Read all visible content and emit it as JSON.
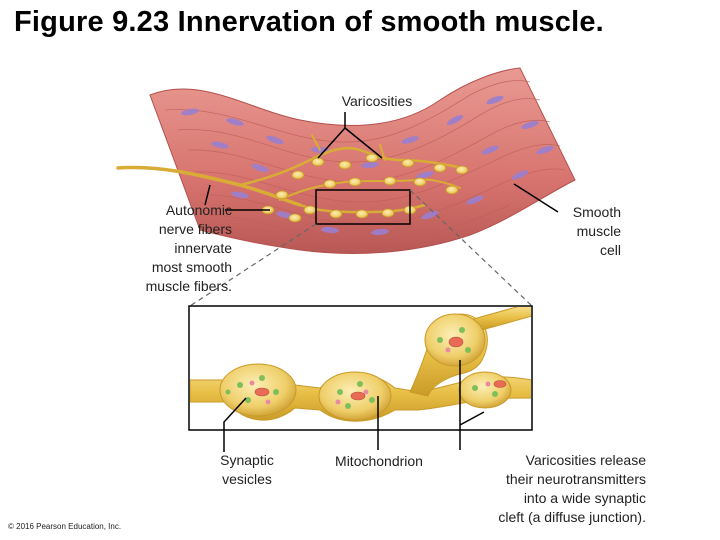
{
  "title": "Figure 9.23 Innervation of smooth muscle.",
  "labels": {
    "varicosities": "Varicosities",
    "autonomic": [
      "Autonomic",
      "nerve fibers",
      "innervate",
      "most smooth",
      "muscle fibers."
    ],
    "smooth_muscle": [
      "Smooth",
      "muscle",
      "cell"
    ],
    "synaptic": [
      "Synaptic",
      "vesicles"
    ],
    "mitochondrion": "Mitochondrion",
    "release": [
      "Varicosities release",
      "their neurotransmitters",
      "into a wide synaptic",
      "cleft (a diffuse junction)."
    ]
  },
  "copyright": "© 2016 Pearson Education, Inc.",
  "colors": {
    "muscle": "#d87a76",
    "muscle_dark": "#b4504f",
    "nucleus": "#9b7fd0",
    "nerve": "#e9c24a",
    "nerve_light": "#f5de8a",
    "leader": "#000000"
  }
}
